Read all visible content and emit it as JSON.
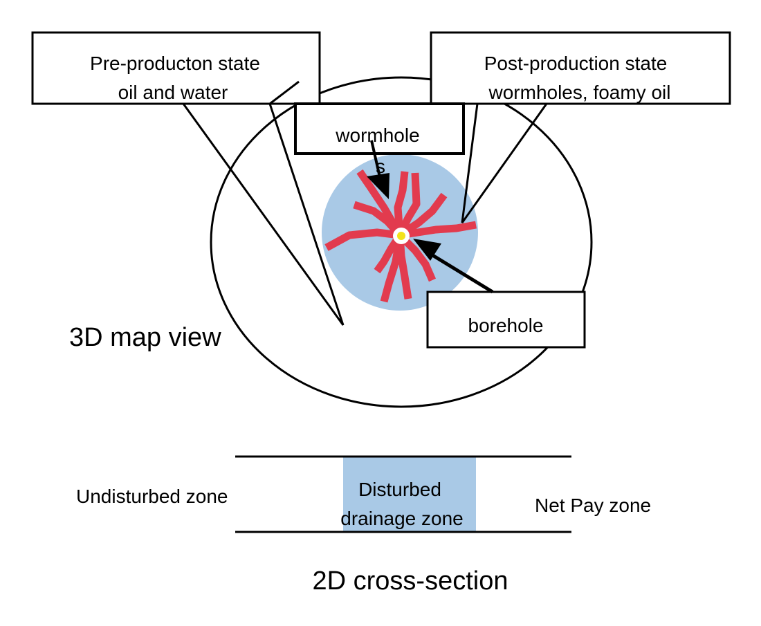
{
  "map_view": {
    "title": "3D map view",
    "callouts": {
      "pre_production": {
        "line1": "Pre-producton  state",
        "line2": "oil and water"
      },
      "post_production": {
        "line1": "Post-production state",
        "line2": "wormholes, foamy oil"
      },
      "wormholes": {
        "line1": "wormhole",
        "line2": "s"
      },
      "borehole": {
        "line1": "borehole"
      }
    }
  },
  "cross_section": {
    "title": "2D cross-section",
    "undisturbed": "Undisturbed zone",
    "disturbed": {
      "line1": "Disturbed",
      "line2": "drainage zone"
    },
    "net_pay": "Net Pay zone"
  },
  "colors": {
    "drainage_zone": "#a9c9e6",
    "wormhole": "#e23b4e",
    "borehole_core": "#f2e21b",
    "line": "#000000",
    "background": "#ffffff"
  }
}
